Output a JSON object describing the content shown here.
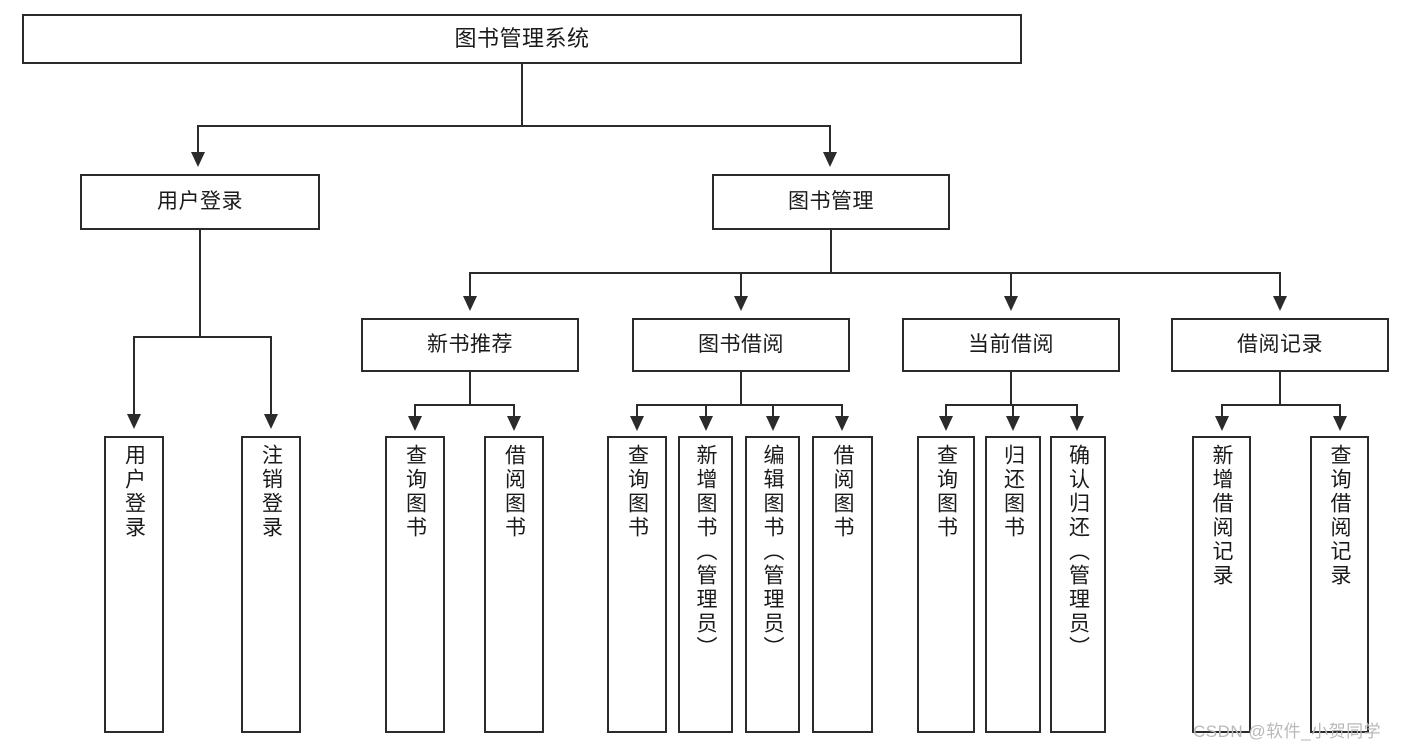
{
  "diagram": {
    "type": "tree-hierarchy-chart",
    "title": "图书管理系统",
    "root": {
      "id": "root",
      "label": "图书管理系统",
      "orientation": "horizontal"
    },
    "level2": [
      {
        "id": "user-login",
        "label": "用户登录",
        "orientation": "horizontal"
      },
      {
        "id": "book-management",
        "label": "图书管理",
        "orientation": "horizontal"
      }
    ],
    "level3": [
      {
        "id": "new-book-recommend",
        "label": "新书推荐",
        "orientation": "horizontal",
        "parent": "book-management"
      },
      {
        "id": "book-borrow",
        "label": "图书借阅",
        "orientation": "horizontal",
        "parent": "book-management"
      },
      {
        "id": "current-borrow",
        "label": "当前借阅",
        "orientation": "horizontal",
        "parent": "book-management"
      },
      {
        "id": "borrow-record",
        "label": "借阅记录",
        "orientation": "horizontal",
        "parent": "book-management"
      }
    ],
    "leaves": [
      {
        "id": "leaf-user-login",
        "label": "用户登录",
        "parent": "user-login",
        "orientation": "vertical"
      },
      {
        "id": "leaf-user-logout",
        "label": "注销登录",
        "parent": "user-login",
        "orientation": "vertical"
      },
      {
        "id": "leaf-query-book-1",
        "label": "查询图书",
        "parent": "new-book-recommend",
        "orientation": "vertical"
      },
      {
        "id": "leaf-borrow-book-1",
        "label": "借阅图书",
        "parent": "new-book-recommend",
        "orientation": "vertical"
      },
      {
        "id": "leaf-query-book-2",
        "label": "查询图书",
        "parent": "book-borrow",
        "orientation": "vertical"
      },
      {
        "id": "leaf-add-book",
        "label": "新增图书（管理员）",
        "parent": "book-borrow",
        "orientation": "vertical"
      },
      {
        "id": "leaf-edit-book",
        "label": "编辑图书（管理员）",
        "parent": "book-borrow",
        "orientation": "vertical"
      },
      {
        "id": "leaf-borrow-book-2",
        "label": "借阅图书",
        "parent": "book-borrow",
        "orientation": "vertical"
      },
      {
        "id": "leaf-query-book-3",
        "label": "查询图书",
        "parent": "current-borrow",
        "orientation": "vertical"
      },
      {
        "id": "leaf-return-book",
        "label": "归还图书",
        "parent": "current-borrow",
        "orientation": "vertical"
      },
      {
        "id": "leaf-confirm-return",
        "label": "确认归还（管理员）",
        "parent": "current-borrow",
        "orientation": "vertical"
      },
      {
        "id": "leaf-add-record",
        "label": "新增借阅记录",
        "parent": "borrow-record",
        "orientation": "vertical"
      },
      {
        "id": "leaf-query-record",
        "label": "查询借阅记录",
        "parent": "borrow-record",
        "orientation": "vertical"
      }
    ],
    "watermark": "CSDN @软件_小贺同学",
    "colors": {
      "stroke": "#2b2b2b",
      "fill": "#ffffff",
      "text": "#1a1a1a",
      "watermark": "#b9b9b9"
    }
  }
}
